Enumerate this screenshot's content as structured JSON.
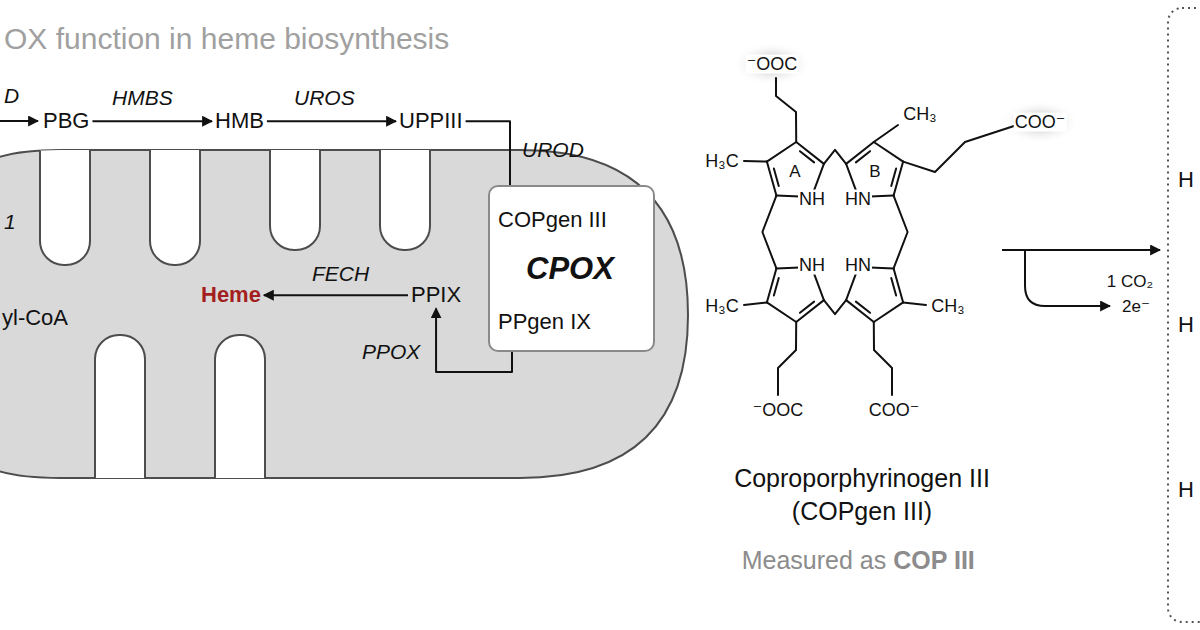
{
  "diagram": {
    "title": "OX function in heme biosynthesis",
    "nodes": [
      {
        "text": [
          "PBG"
        ]
      },
      {
        "text": [
          "HMB"
        ]
      },
      {
        "text": [
          "UPPIII"
        ]
      },
      {
        "text": [
          "CPOX"
        ]
      },
      {
        "text": [
          "COPgen III"
        ],
        "in": 3
      },
      {
        "text": [
          "PPgen IX"
        ],
        "in": 3
      },
      {
        "text": [
          "PPIX"
        ]
      },
      {
        "text": [
          "Heme"
        ]
      }
    ],
    "edges": [
      {
        "from": 0,
        "to": 1,
        "arrow": "to",
        "label": "HMBS"
      },
      {
        "from": 1,
        "to": 2,
        "arrow": "to",
        "label": "UROS"
      },
      {
        "from": 2,
        "to": 4,
        "arrow": "to",
        "label": "UROD"
      },
      {
        "from": 4,
        "to": 5,
        "arrow": "to"
      },
      {
        "from": 5,
        "to": 6,
        "arrow": "to",
        "label": "PPOX"
      },
      {
        "from": 6,
        "to": 7,
        "arrow": "to",
        "label": "FECH"
      }
    ],
    "labels": [
      "D",
      "1",
      "yl-CoA",
      "⁻OOC",
      "COO⁻",
      "CH₃",
      "H₃C",
      "A",
      "B",
      "NH",
      "HN",
      "NH",
      "HN",
      "H₃C",
      "CH₃",
      "⁻OOC",
      "COO⁻",
      "1 CO₂",
      "2e⁻",
      "Coproporphyrinogen III",
      "(COPgen III)",
      "Measured as",
      "COP III",
      "H",
      "H",
      "H"
    ]
  }
}
